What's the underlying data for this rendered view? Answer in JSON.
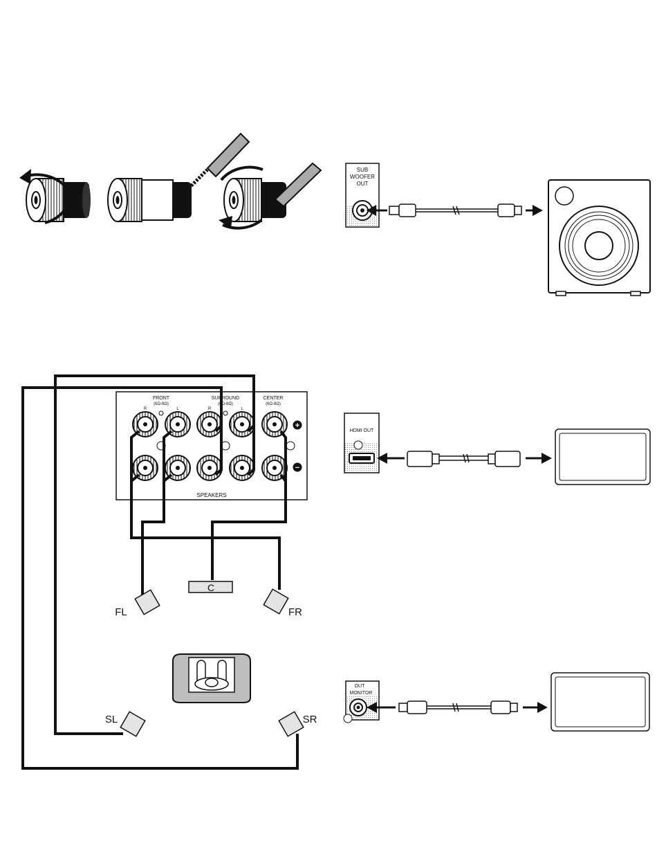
{
  "subwoofer_panel": {
    "line1": "SUB",
    "line2": "WOOFER",
    "line3": "OUT"
  },
  "hdmi_panel": {
    "label": "HDMI OUT"
  },
  "monitor_panel": {
    "line1": "OUT",
    "line2": "MONITOR"
  },
  "speaker_terminals": {
    "front": "FRONT",
    "front_imp": "(6Ω-8Ω)",
    "surround": "SURROUND",
    "surround_imp": "(6Ω-8Ω)",
    "center": "CENTER",
    "center_imp": "(6Ω-8Ω)",
    "r1": "R",
    "l1": "L",
    "r2": "R",
    "l2": "L",
    "panel_label": "SPEAKERS",
    "plus": "+",
    "minus": "−"
  },
  "speakers": {
    "fl": "FL",
    "fr": "FR",
    "c": "C",
    "sl": "SL",
    "sr": "SR"
  },
  "colors": {
    "line": "#111111",
    "speaker_fill": "#e4e4e4",
    "panel_fill": "#ffffff",
    "cable_gray": "#dcdcdc"
  }
}
